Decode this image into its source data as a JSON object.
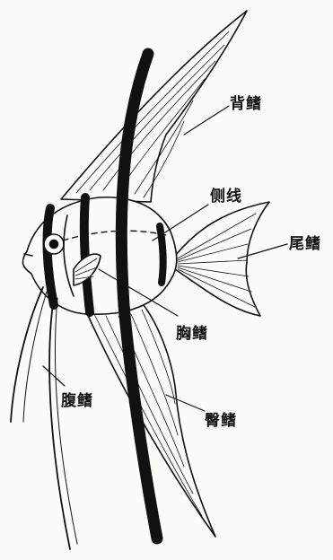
{
  "labels": {
    "dorsal_fin": "背鳍",
    "lateral_line": "侧线",
    "caudal_fin": "尾鳍",
    "pectoral_fin": "胸鳍",
    "pelvic_fin": "腹鳍",
    "anal_fin": "臀鳍"
  },
  "colors": {
    "ink": "#111111",
    "paper": "#fbfbf9"
  }
}
